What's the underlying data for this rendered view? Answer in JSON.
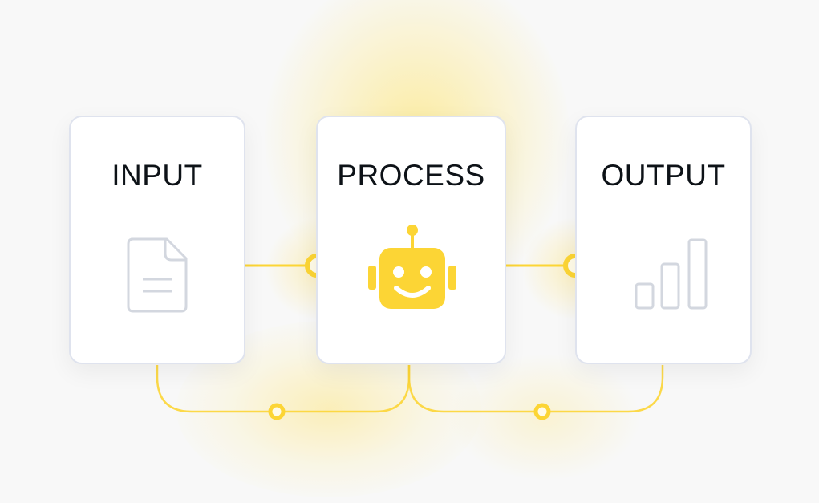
{
  "diagram": {
    "type": "pipeline",
    "nodes": [
      {
        "id": "input",
        "label": "INPUT",
        "icon": "document-icon"
      },
      {
        "id": "process",
        "label": "PROCESS",
        "icon": "robot-icon"
      },
      {
        "id": "output",
        "label": "OUTPUT",
        "icon": "bar-chart-icon"
      }
    ],
    "edges": [
      {
        "from": "input",
        "to": "process",
        "style": "straight-with-node"
      },
      {
        "from": "process",
        "to": "output",
        "style": "straight-with-node"
      },
      {
        "from": "input",
        "to": "process",
        "style": "bottom-loop-with-node"
      },
      {
        "from": "process",
        "to": "output",
        "style": "bottom-loop-with-node"
      }
    ]
  },
  "colors": {
    "accent": "#fcd535",
    "card_border": "#dfe3ee",
    "icon_gray": "#d3d7df",
    "title_text": "#0d1217",
    "background": "#f8f8f8"
  }
}
